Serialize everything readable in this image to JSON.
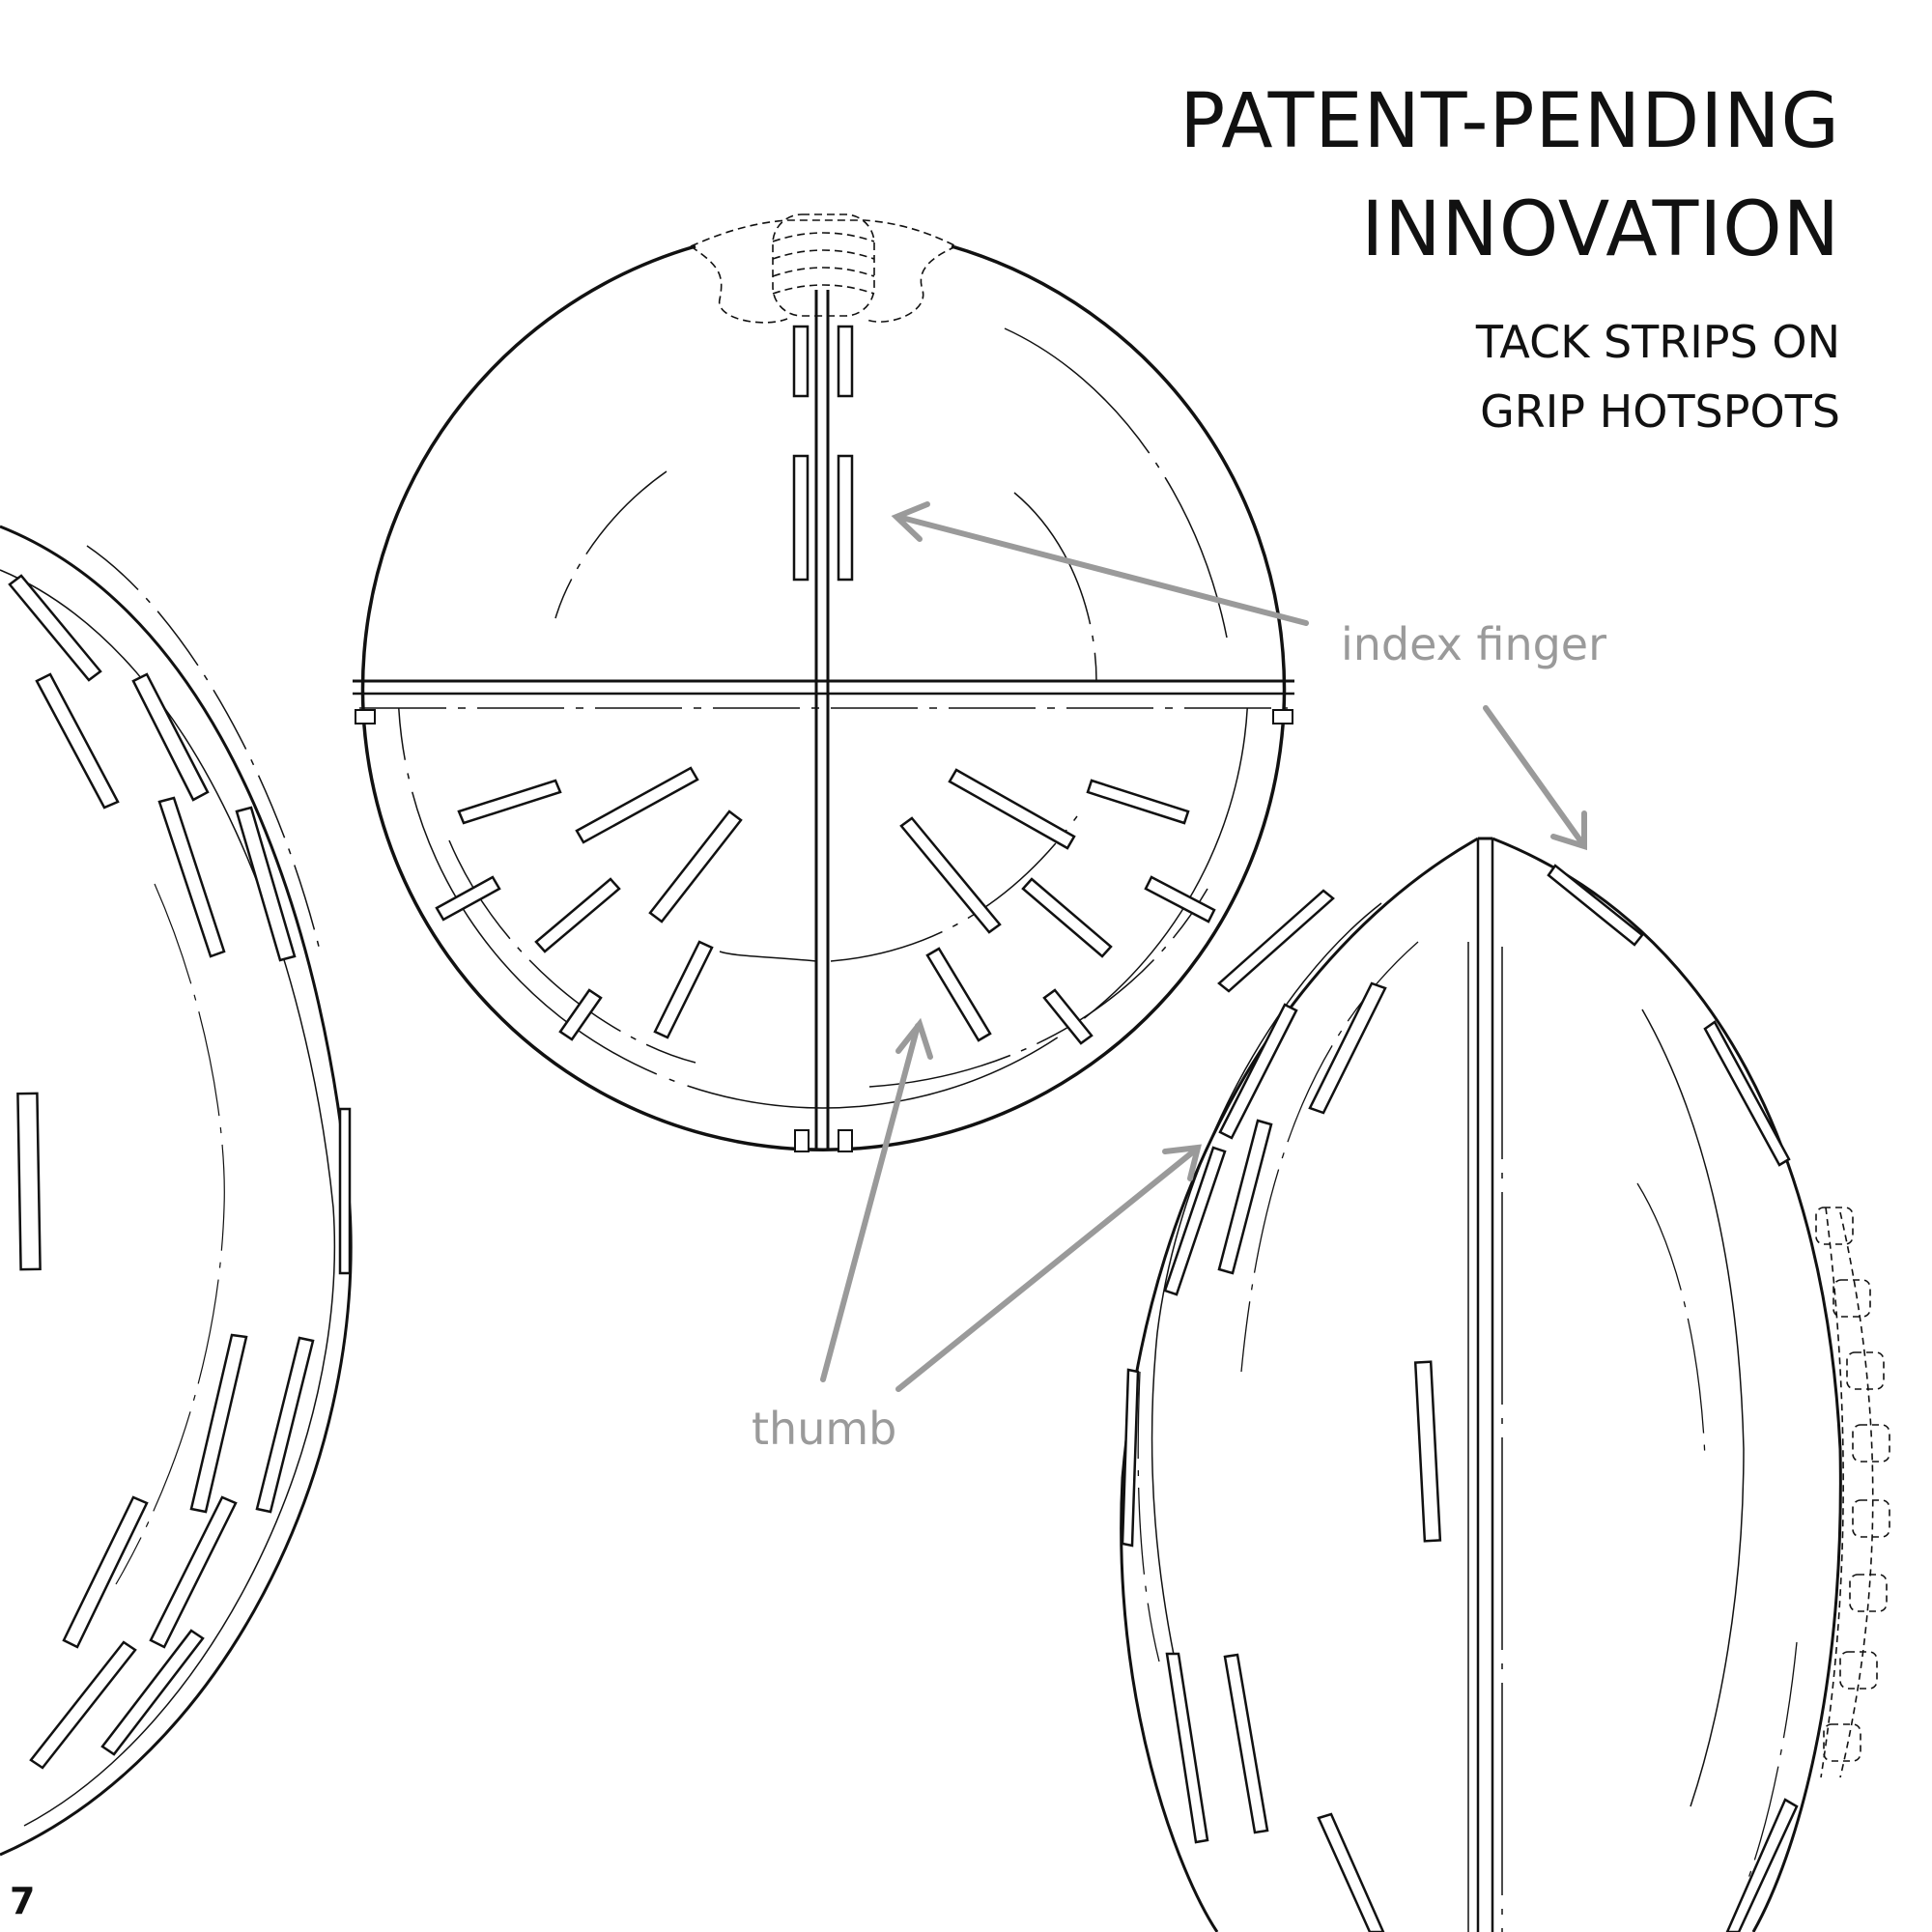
{
  "heading": {
    "line1": "PATENT-PENDING",
    "line2": "INNOVATION"
  },
  "subheading": {
    "line1": "TACK STRIPS ON",
    "line2": "GRIP HOTSPOTS"
  },
  "callouts": {
    "index": "index finger",
    "thumb": "thumb"
  },
  "page_number": "7",
  "colors": {
    "line": "#111111",
    "callout": "#9a9a9a",
    "background": "#ffffff"
  }
}
